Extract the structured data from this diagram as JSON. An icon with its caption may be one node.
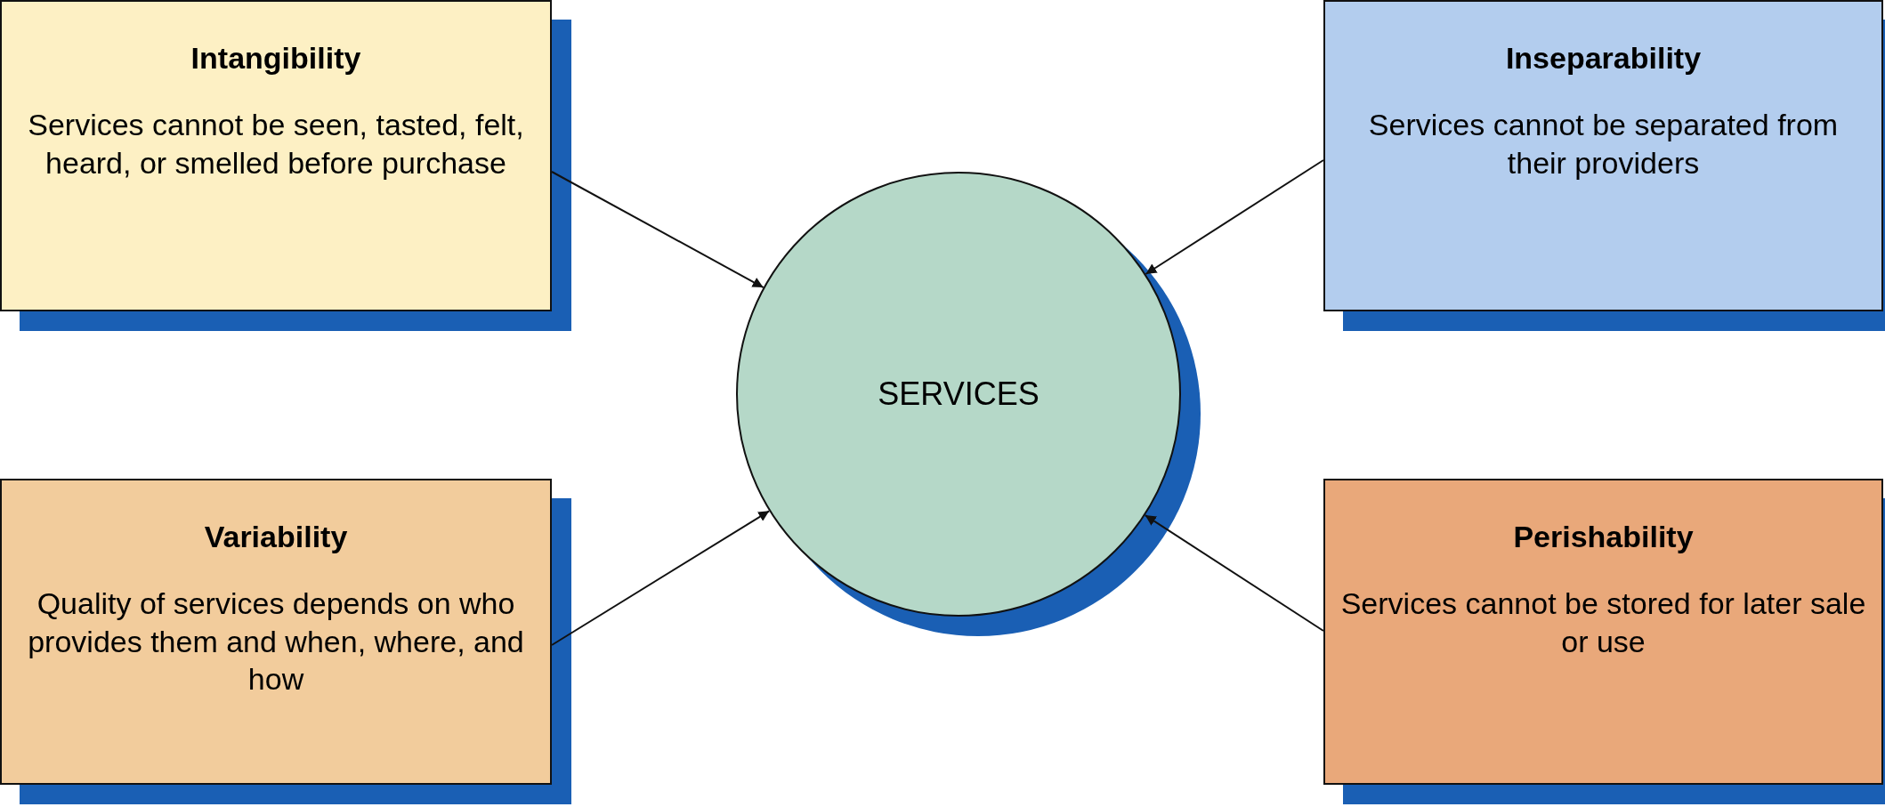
{
  "diagram": {
    "nodes": [
      {
        "text": [
          "Intangibility",
          "Services cannot be seen, tasted, felt, heard, or smelled before purchase"
        ]
      },
      {
        "text": [
          "Inseparability",
          "Services cannot be separated from their providers"
        ]
      },
      {
        "text": [
          "SERVICES"
        ]
      },
      {
        "text": [
          "Variability",
          "Quality of services depends on who provides them and when, where, and how"
        ]
      },
      {
        "text": [
          "Perishability",
          "Services cannot be stored for later sale or use"
        ]
      }
    ],
    "edges": [
      {
        "from": 0,
        "to": 2,
        "arrow": "to"
      },
      {
        "from": 1,
        "to": 2,
        "arrow": "to"
      },
      {
        "from": 3,
        "to": 2,
        "arrow": "to"
      },
      {
        "from": 4,
        "to": 2,
        "arrow": "to"
      }
    ]
  }
}
